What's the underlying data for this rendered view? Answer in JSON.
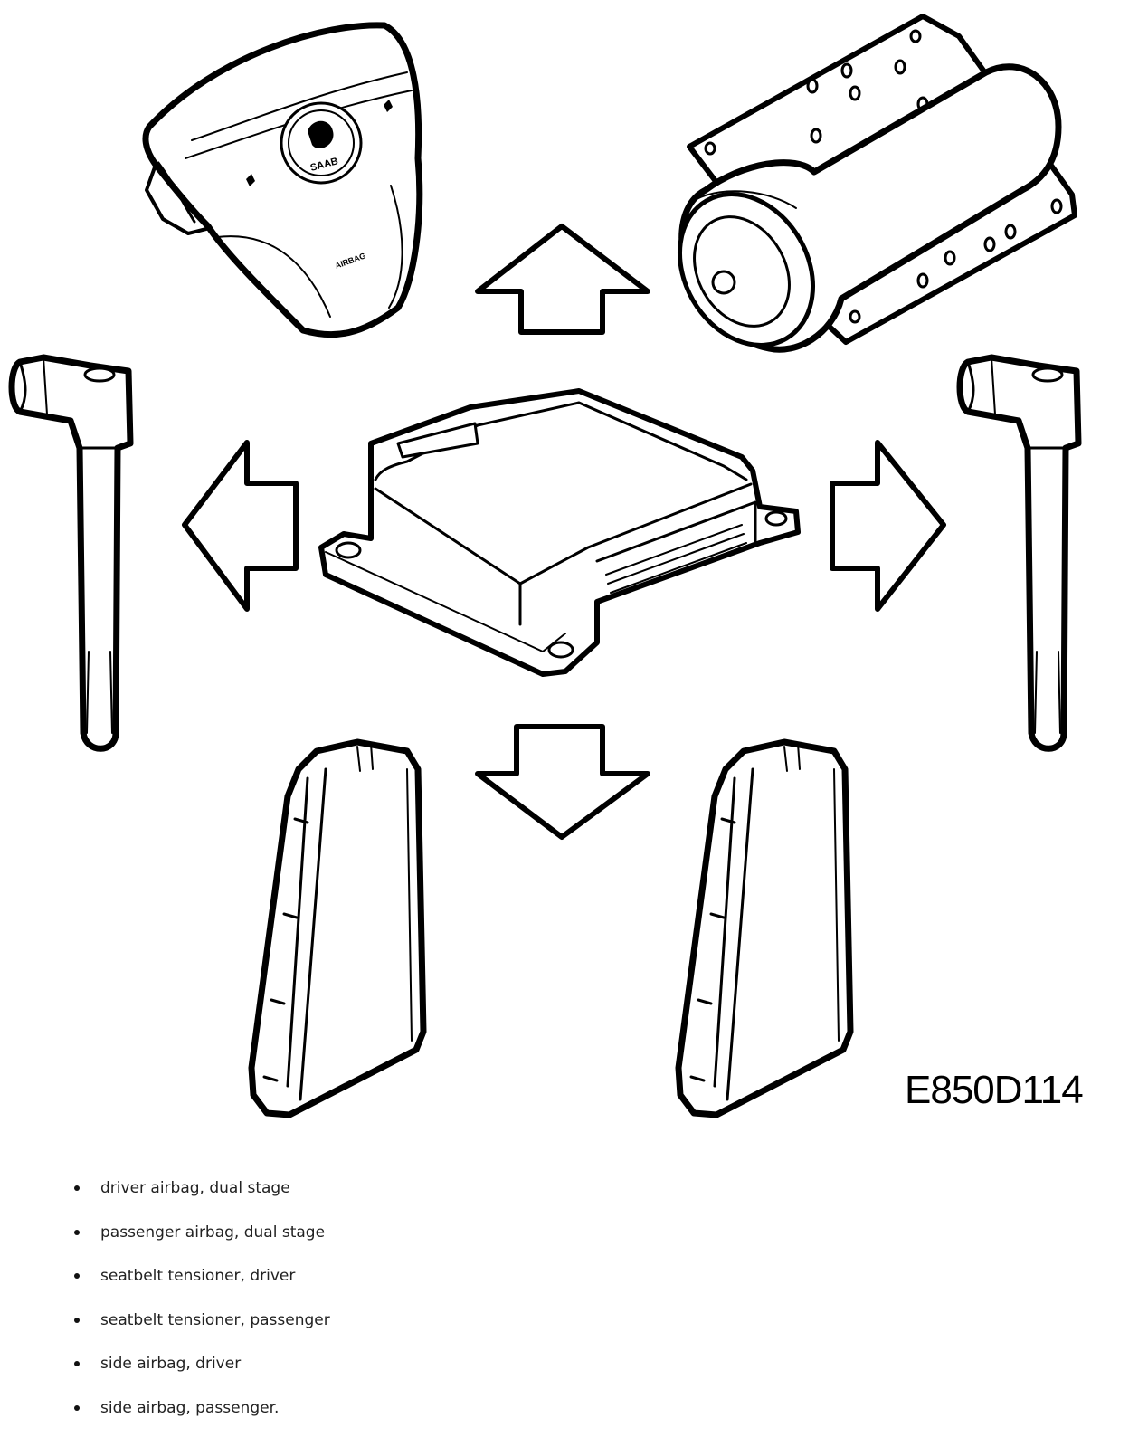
{
  "figure": {
    "code": "E850D114",
    "parts": {
      "driver_airbag_logo": "SAAB",
      "driver_airbag_marking": "AIRBAG"
    }
  },
  "legend": {
    "items": [
      "driver airbag, dual stage",
      "passenger airbag, dual stage",
      "seatbelt tensioner, driver",
      "seatbelt tensioner, passenger",
      "side airbag, driver",
      "side airbag, passenger."
    ]
  }
}
